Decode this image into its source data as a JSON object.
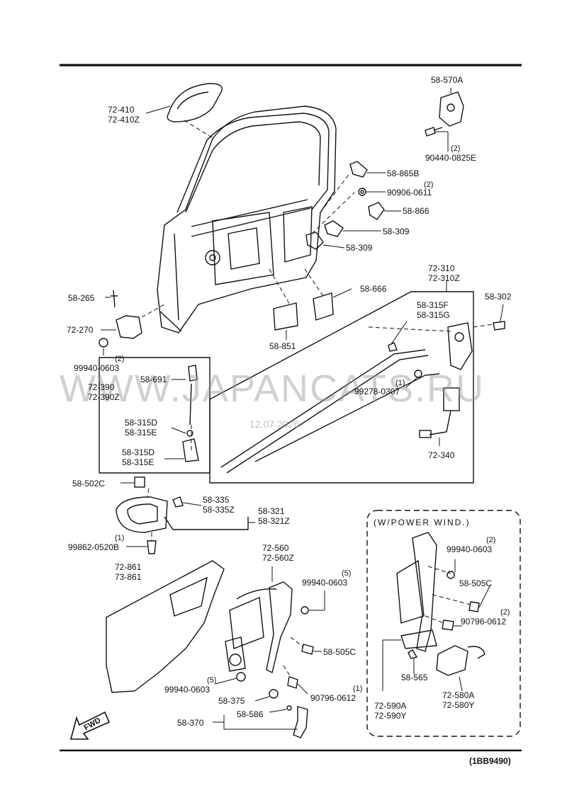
{
  "diagram_code": "(1BB9490)",
  "watermark": "WWW.JAPANCATS.RU",
  "date_stamp": "12.07.2026",
  "group_label": "(W/POWER WIND.)",
  "fwd_label": "FWD",
  "parts": [
    {
      "id": "p01",
      "lines": [
        "58-570A"
      ]
    },
    {
      "id": "p02",
      "qty": "(2)",
      "lines": [
        "90440-0825E"
      ]
    },
    {
      "id": "p03",
      "lines": [
        "72-410",
        "72-410Z"
      ]
    },
    {
      "id": "p04",
      "lines": [
        "58-865B"
      ]
    },
    {
      "id": "p05",
      "qty": "(2)",
      "lines": [
        "90906-0611"
      ]
    },
    {
      "id": "p06",
      "lines": [
        "58-866"
      ]
    },
    {
      "id": "p07",
      "lines": [
        "58-309"
      ]
    },
    {
      "id": "p08",
      "lines": [
        "58-309"
      ]
    },
    {
      "id": "p09",
      "lines": [
        "72-310",
        "72-310Z"
      ]
    },
    {
      "id": "p10",
      "lines": [
        "58-666"
      ]
    },
    {
      "id": "p11",
      "lines": [
        "58-302"
      ]
    },
    {
      "id": "p12",
      "lines": [
        "58-265"
      ]
    },
    {
      "id": "p13",
      "lines": [
        "58-315F",
        "58-315G"
      ]
    },
    {
      "id": "p14",
      "lines": [
        "72-270"
      ]
    },
    {
      "id": "p15",
      "lines": [
        "58-851"
      ]
    },
    {
      "id": "p16",
      "qty": "(2)",
      "lines": [
        "99940-0603"
      ]
    },
    {
      "id": "p17",
      "qty": "(1)",
      "lines": [
        "99278-0307"
      ]
    },
    {
      "id": "p18",
      "lines": [
        "72-390",
        "72-390Z"
      ]
    },
    {
      "id": "p19",
      "lines": [
        "58-691"
      ]
    },
    {
      "id": "p20",
      "lines": [
        "58-315D",
        "58-315E"
      ]
    },
    {
      "id": "p21",
      "lines": [
        "58-315D",
        "58-315E"
      ]
    },
    {
      "id": "p22",
      "lines": [
        "72-340"
      ]
    },
    {
      "id": "p23",
      "lines": [
        "58-502C"
      ]
    },
    {
      "id": "p24",
      "lines": [
        "58-335",
        "58-335Z"
      ]
    },
    {
      "id": "p25",
      "lines": [
        "58-321",
        "58-321Z"
      ]
    },
    {
      "id": "p26",
      "qty": "(1)",
      "lines": [
        "99862-0520B"
      ]
    },
    {
      "id": "p27",
      "lines": [
        "72-560",
        "72-560Z"
      ]
    },
    {
      "id": "p28",
      "qty": "(2)",
      "lines": [
        "99940-0603"
      ]
    },
    {
      "id": "p29",
      "lines": [
        "72-861",
        "73-861"
      ]
    },
    {
      "id": "p30",
      "qty": "(5)",
      "lines": [
        "99940-0603"
      ]
    },
    {
      "id": "p31",
      "lines": [
        "58-505C"
      ]
    },
    {
      "id": "p32",
      "qty": "(2)",
      "lines": [
        "90796-0612"
      ]
    },
    {
      "id": "p33",
      "lines": [
        "58-505C"
      ]
    },
    {
      "id": "p34",
      "qty": "(5)",
      "lines": [
        "99940-0603"
      ]
    },
    {
      "id": "p35",
      "lines": [
        "58-565"
      ]
    },
    {
      "id": "p36",
      "qty": "(1)",
      "lines": [
        "90796-0612"
      ]
    },
    {
      "id": "p37",
      "lines": [
        "58-375"
      ]
    },
    {
      "id": "p38",
      "lines": [
        "72-580A",
        "72-580Y"
      ]
    },
    {
      "id": "p39",
      "lines": [
        "72-590A",
        "72-590Y"
      ]
    },
    {
      "id": "p40",
      "lines": [
        "58-586"
      ]
    },
    {
      "id": "p41",
      "lines": [
        "58-370"
      ]
    }
  ]
}
